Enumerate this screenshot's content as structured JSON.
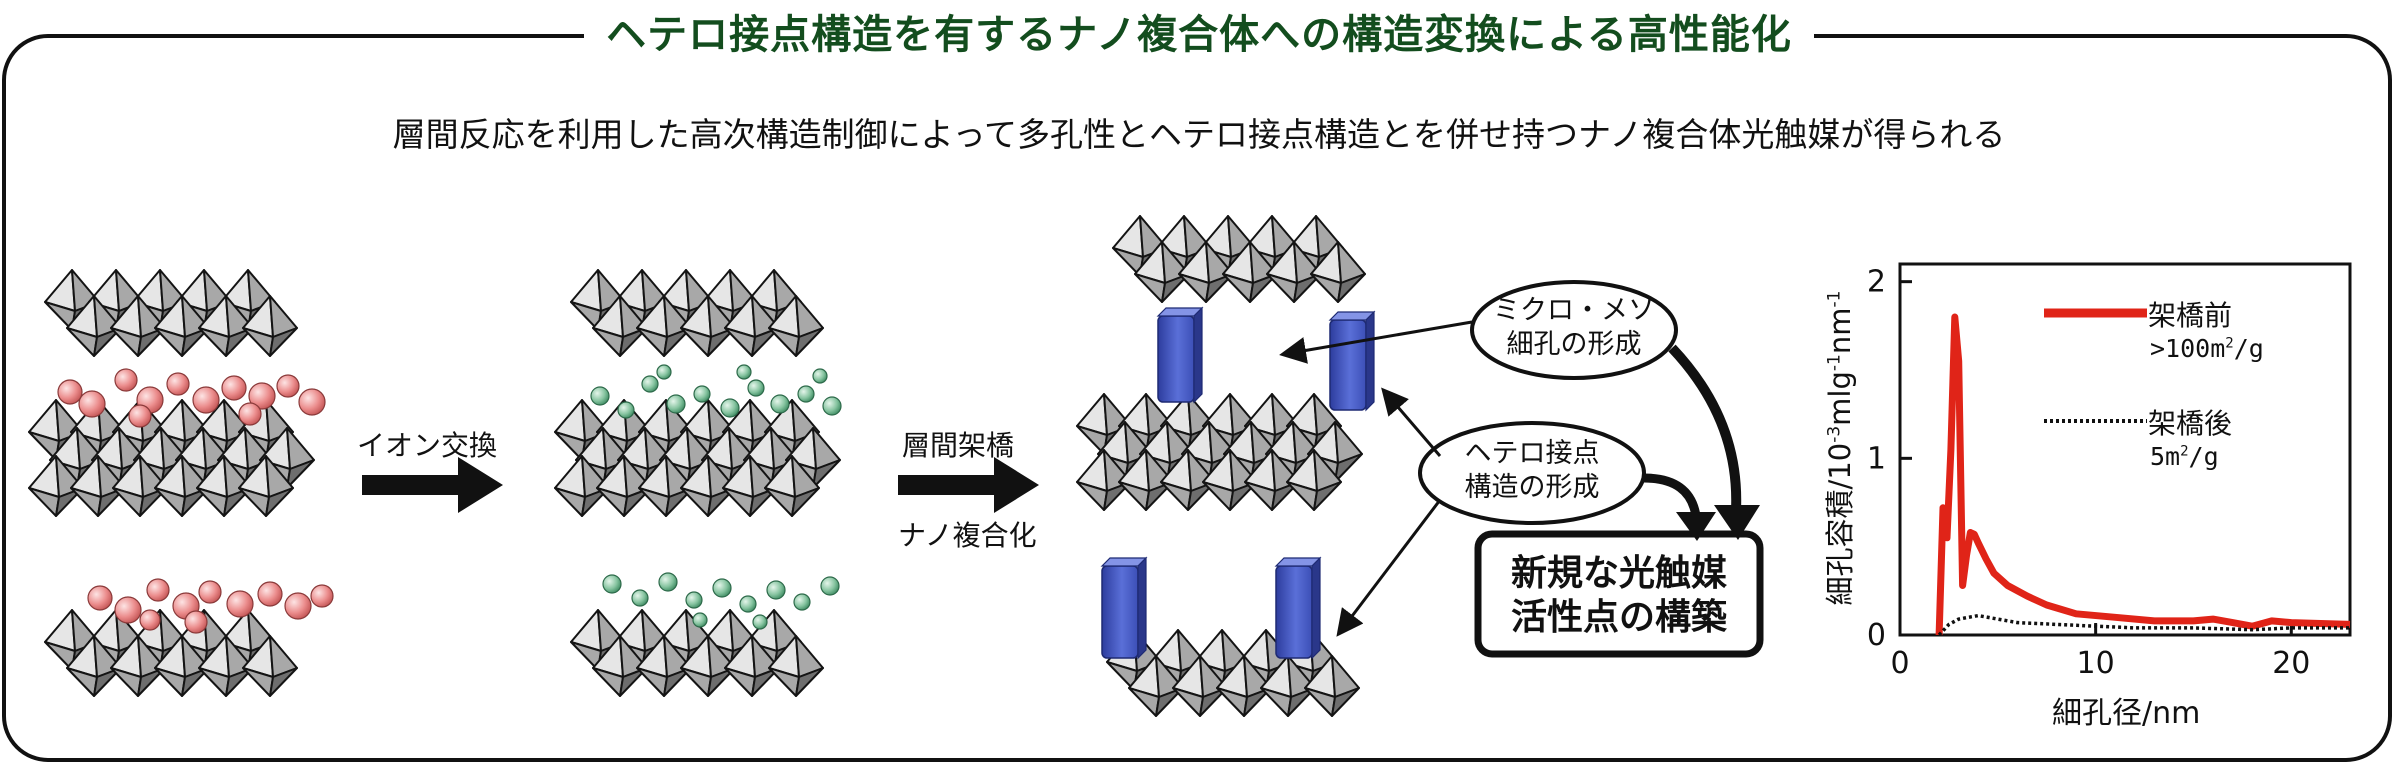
{
  "title": "ヘテロ接点構造を有するナノ複合体への構造変換による高性能化",
  "subtitle": "層間反応を利用した高次構造制御によって多孔性とヘテロ接点構造とを併せ持つナノ複合体光触媒が得られる",
  "steps": {
    "ion_exchange": "イオン交換",
    "interlayer_pillaring": "層間架橋",
    "nano_composite": "ナノ複合化"
  },
  "callouts": {
    "micro_meso_line1": "ミクロ・メソ",
    "micro_meso_line2": "細孔の形成",
    "hetero_line1": "ヘテロ接点",
    "hetero_line2": "構造の形成",
    "result_line1": "新規な光触媒",
    "result_line2": "活性点の構築"
  },
  "colors": {
    "title": "#134d1e",
    "octahedron_light": "#e6e6e6",
    "octahedron_mid": "#a8a8a8",
    "octahedron_dark": "#6e6e6e",
    "cation_red": "#e57a7a",
    "cation_green": "#6fb58f",
    "pillar_blue": "#4a5dc8",
    "before_series": "#e02418",
    "after_series": "#111111"
  },
  "chart_data": {
    "type": "line",
    "xlabel": "細孔径/nm",
    "ylabel": "細孔容積/10-3mlg-1nm-1",
    "xlim": [
      0,
      23
    ],
    "ylim": [
      0,
      2.1
    ],
    "xticks": [
      "0",
      "10",
      "20"
    ],
    "yticks": [
      "0",
      "1",
      "2"
    ],
    "legend_position": "top-right",
    "series": [
      {
        "name": "架橋前",
        "annotation": ">100m2/g",
        "color": "#e02418",
        "style": "solid",
        "x": [
          2.0,
          2.2,
          2.4,
          2.6,
          2.8,
          3.0,
          3.2,
          3.4,
          3.6,
          3.8,
          4.0,
          4.4,
          4.8,
          5.5,
          6.5,
          7.5,
          9.0,
          11.0,
          13.0,
          15.0,
          16.0,
          17.0,
          18.0,
          19.0,
          20.0,
          23.0
        ],
        "y": [
          0.0,
          0.72,
          0.55,
          1.05,
          1.8,
          1.55,
          0.28,
          0.45,
          0.58,
          0.57,
          0.52,
          0.43,
          0.35,
          0.28,
          0.22,
          0.17,
          0.12,
          0.1,
          0.08,
          0.08,
          0.09,
          0.07,
          0.05,
          0.08,
          0.07,
          0.06
        ]
      },
      {
        "name": "架橋後",
        "annotation": "5m2/g",
        "color": "#111111",
        "style": "dotted",
        "x": [
          2.0,
          2.5,
          3.0,
          3.5,
          4.0,
          5.0,
          6.0,
          8.0,
          10.0,
          12.0,
          15.0,
          18.0,
          20.0,
          23.0
        ],
        "y": [
          0.0,
          0.06,
          0.09,
          0.1,
          0.11,
          0.09,
          0.07,
          0.06,
          0.05,
          0.04,
          0.04,
          0.03,
          0.04,
          0.04
        ]
      }
    ]
  }
}
